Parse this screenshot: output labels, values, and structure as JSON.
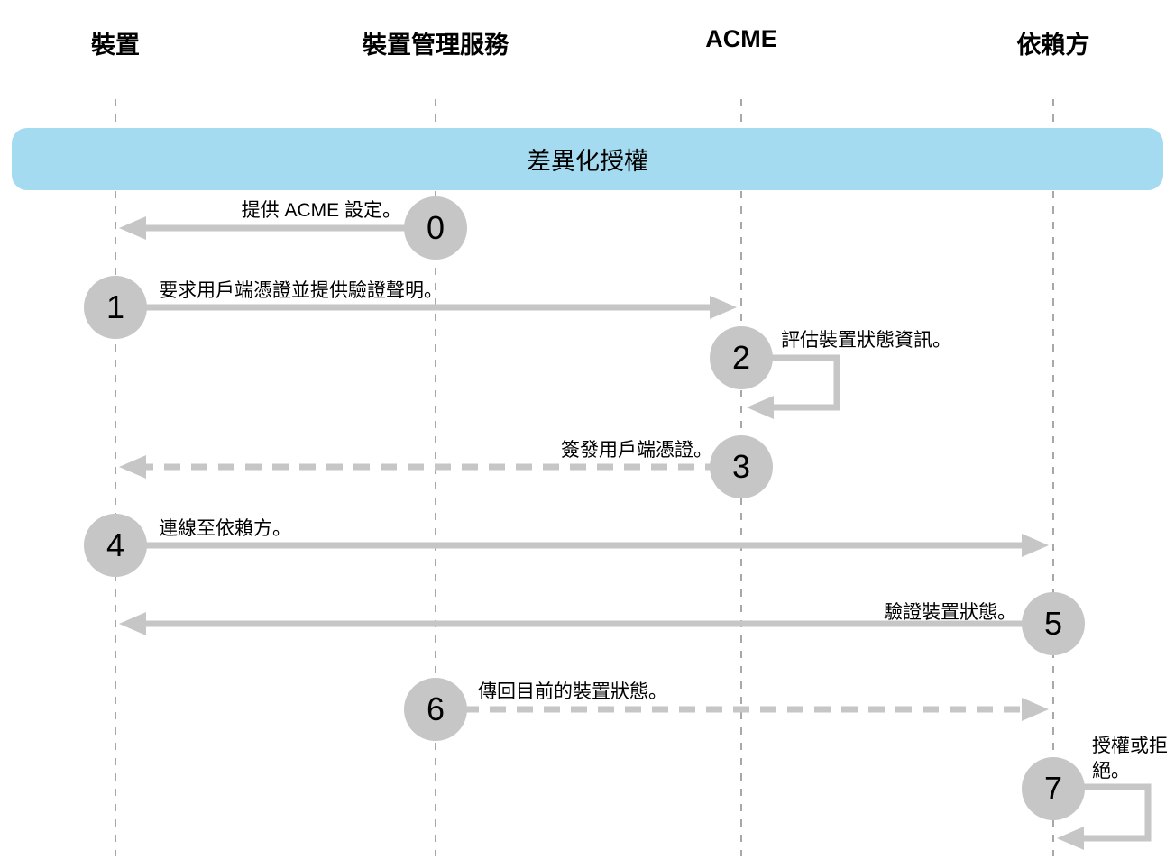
{
  "diagram": {
    "title": "差異化授權",
    "actors": [
      {
        "id": "device",
        "label": "裝置"
      },
      {
        "id": "mdm-service",
        "label": "裝置管理服務"
      },
      {
        "id": "acme",
        "label": "ACME"
      },
      {
        "id": "relying-party",
        "label": "依賴方"
      }
    ],
    "steps": [
      {
        "number": "0",
        "label": "提供 ACME 設定。",
        "from": "裝置管理服務",
        "to": "裝置",
        "style": "solid"
      },
      {
        "number": "1",
        "label": "要求用戶端憑證並提供驗證聲明。",
        "from": "裝置",
        "to": "ACME",
        "style": "solid"
      },
      {
        "number": "2",
        "label": "評估裝置狀態資訊。",
        "from": "ACME",
        "to": "ACME",
        "style": "self-loop"
      },
      {
        "number": "3",
        "label": "簽發用戶端憑證。",
        "from": "ACME",
        "to": "裝置",
        "style": "dashed"
      },
      {
        "number": "4",
        "label": "連線至依賴方。",
        "from": "裝置",
        "to": "依賴方",
        "style": "solid"
      },
      {
        "number": "5",
        "label": "驗證裝置狀態。",
        "from": "依賴方",
        "to": "裝置",
        "style": "solid"
      },
      {
        "number": "6",
        "label": "傳回目前的裝置狀態。",
        "from": "裝置管理服務",
        "to": "依賴方",
        "style": "dashed"
      },
      {
        "number": "7",
        "label": "授權或拒絕。",
        "from": "依賴方",
        "to": "依賴方",
        "style": "self-loop"
      }
    ],
    "colors": {
      "banner": "#a5dbf0",
      "arrow": "#c6c6c6",
      "circle": "#c6c6c6",
      "lifeline": "#a8a8a8",
      "text": "#000000",
      "bg": "#ffffff"
    }
  }
}
